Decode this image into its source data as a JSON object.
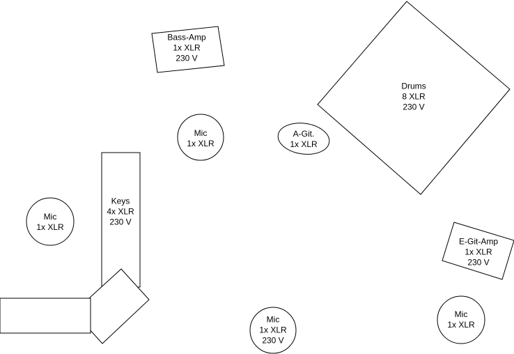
{
  "stage_plot": {
    "bass_amp": {
      "name": "Bass-Amp",
      "line2": "1x XLR",
      "line3": "230 V"
    },
    "drums": {
      "name": "Drums",
      "line2": "8 XLR",
      "line3": "230 V"
    },
    "mic_center": {
      "name": "Mic",
      "line2": "1x XLR"
    },
    "acoustic_guitar": {
      "name": "A-Git.",
      "line2": "1x XLR"
    },
    "keys": {
      "name": "Keys",
      "line2": "4x XLR",
      "line3": "230 V"
    },
    "mic_left": {
      "name": "Mic",
      "line2": "1x XLR"
    },
    "egit_amp": {
      "name": "E-Git-Amp",
      "line2": "1x XLR",
      "line3": "230 V"
    },
    "mic_bottom": {
      "name": "Mic",
      "line2": "1x XLR",
      "line3": "230 V"
    },
    "mic_right": {
      "name": "Mic",
      "line2": "1x XLR"
    }
  }
}
